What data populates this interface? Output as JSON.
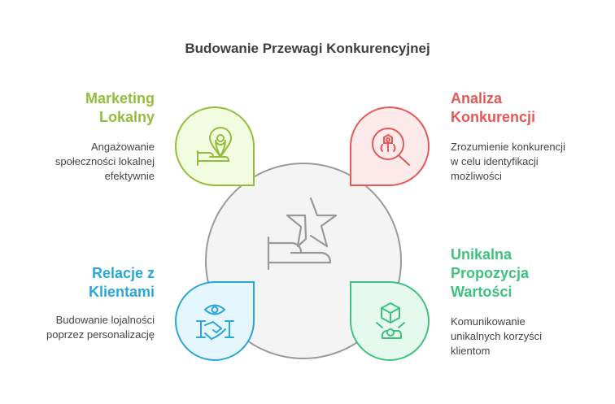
{
  "title": "Budowanie Przewagi Konkurencyjnej",
  "colors": {
    "green": "#93BE3C",
    "red": "#E45858",
    "blue": "#2AA7DA",
    "teal": "#3EC27E",
    "center": "#9a9a9a"
  },
  "items": [
    {
      "heading_lines": [
        "Marketing",
        "Lokalny"
      ],
      "description_lines": [
        "Angażowanie",
        "społeczności lokalnej",
        "efektywnie"
      ],
      "icon": "location-hand-icon"
    },
    {
      "heading_lines": [
        "Analiza",
        "Konkurencji"
      ],
      "description_lines": [
        "Zrozumienie konkurencji",
        "w celu identyfikacji",
        "możliwości"
      ],
      "icon": "search-analysis-icon"
    },
    {
      "heading_lines": [
        "Relacje z",
        "Klientami"
      ],
      "description_lines": [
        "Budowanie lojalności",
        "poprzez personalizację"
      ],
      "icon": "handshake-eye-icon"
    },
    {
      "heading_lines": [
        "Unikalna",
        "Propozycja",
        "Wartości"
      ],
      "description_lines": [
        "Komunikowanie",
        "unikalnych korzyści",
        "klientom"
      ],
      "icon": "cube-value-icon"
    }
  ],
  "center_icon": "star-hand-icon"
}
